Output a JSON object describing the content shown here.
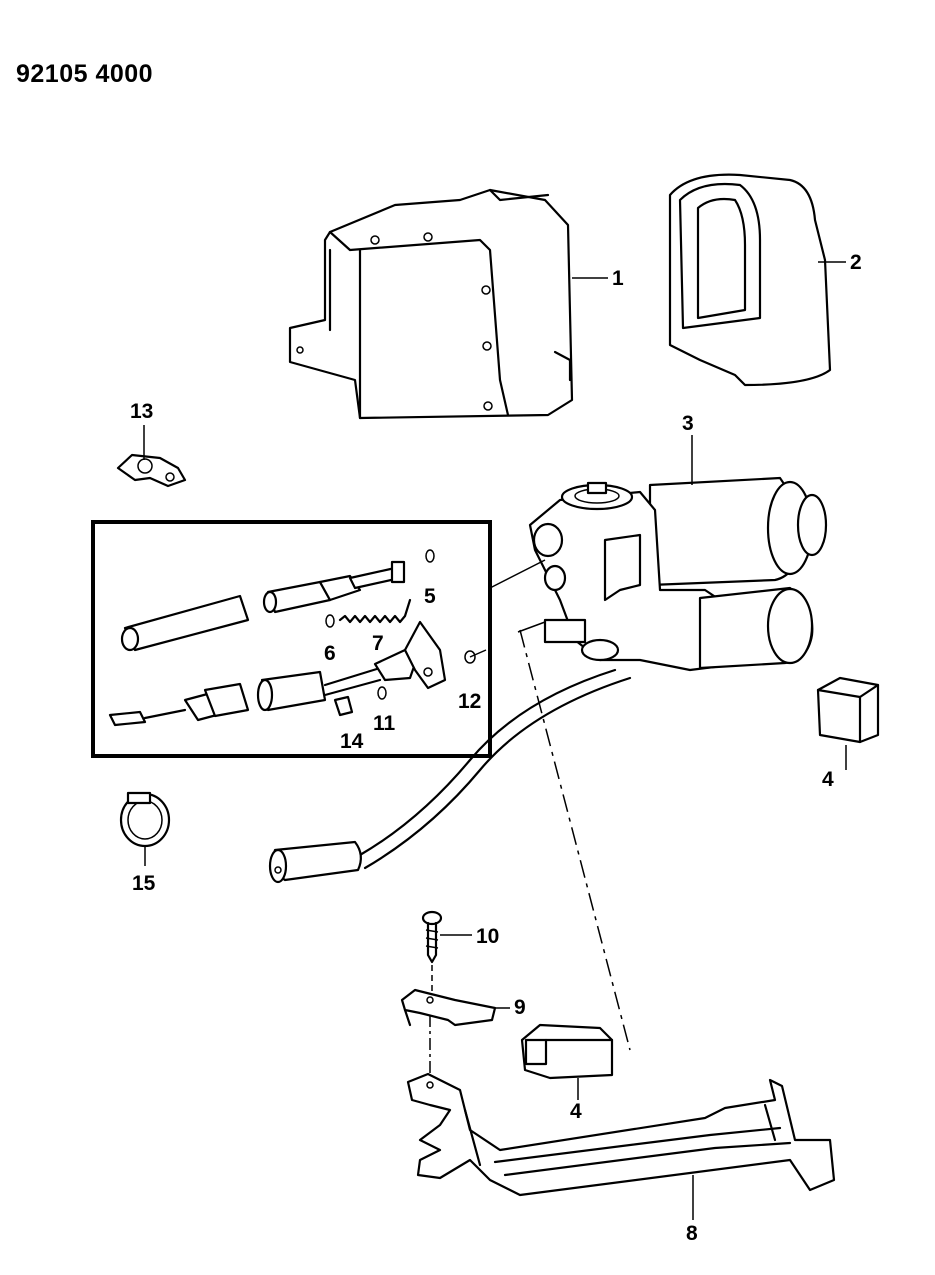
{
  "part_number": "92105 4000",
  "callouts": {
    "c1": "1",
    "c2": "2",
    "c3": "3",
    "c4a": "4",
    "c4b": "4",
    "c5": "5",
    "c6": "6",
    "c7": "7",
    "c8": "8",
    "c9": "9",
    "c10": "10",
    "c11": "11",
    "c12": "12",
    "c13": "13",
    "c14": "14",
    "c15": "15"
  }
}
